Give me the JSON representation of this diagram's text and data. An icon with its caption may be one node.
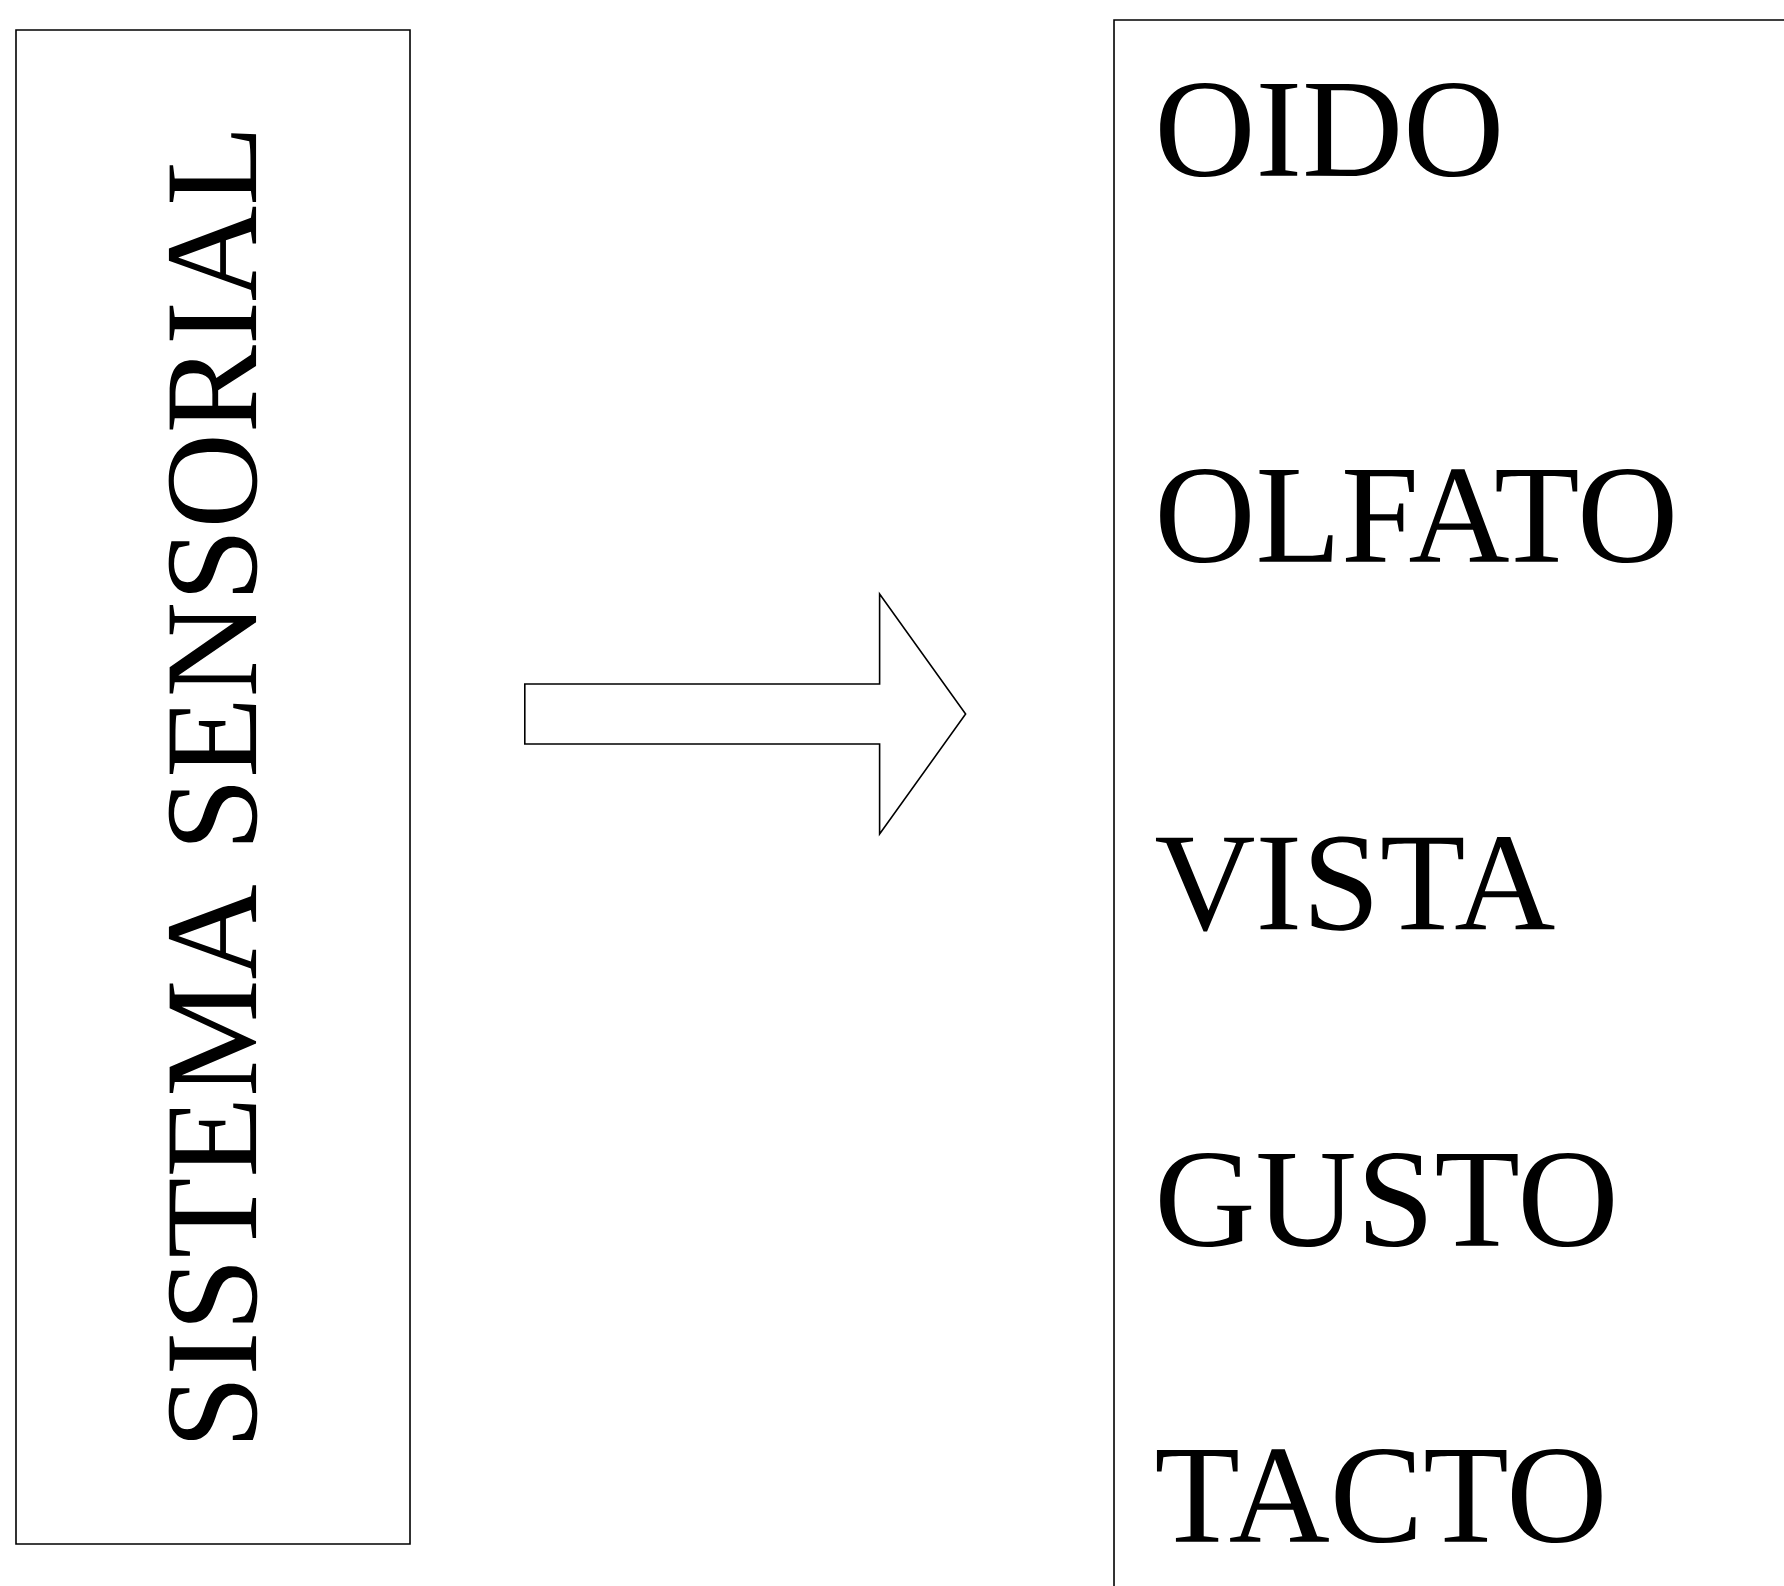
{
  "diagram": {
    "nodes": [
      {
        "text": [
          "SISTEMA SENSORIAL"
        ]
      },
      {
        "text": [
          "OIDO",
          "OLFATO",
          "VISTA",
          "GUSTO",
          "TACTO"
        ]
      }
    ],
    "edges": [
      {
        "from": 0,
        "to": 1,
        "arrow": "to"
      }
    ]
  }
}
